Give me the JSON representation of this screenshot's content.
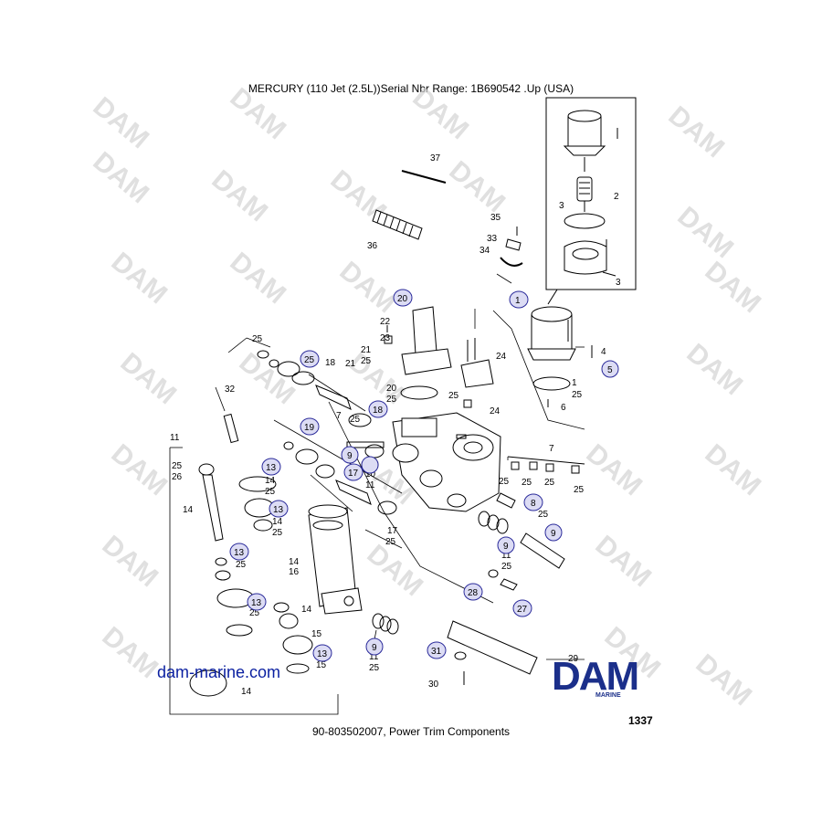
{
  "title": "MERCURY (110 Jet (2.5L))Serial Nbr Range: 1B690542 .Up (USA)",
  "caption": "90-803502007, Power Trim Components",
  "website": "dam-marine.com",
  "figure_number": "1337",
  "logo": {
    "text": "DAM",
    "subtext": "MARINE",
    "color": "#1b2f8a"
  },
  "watermark_text": "DAM",
  "callouts": {
    "c1": "1",
    "c20": "20",
    "c25a": "25",
    "c18": "18",
    "c19": "19",
    "c9a": "9",
    "c17": "17",
    "c13a": "13",
    "c13b": "13",
    "c13c": "13",
    "c13d": "13",
    "c13e": "13",
    "c8": "8",
    "c9b": "9",
    "c9c": "9",
    "c28": "28",
    "c27": "27",
    "c9d": "9",
    "c31": "31",
    "c5": "5"
  },
  "labels": {
    "l37": "37",
    "l2": "2",
    "l3a": "3",
    "l3b": "3",
    "l35": "35",
    "l33": "33",
    "l34": "34",
    "l36": "36",
    "l22": "22",
    "l23": "23",
    "l24a": "24",
    "l21a": "21",
    "l25b": "25",
    "l21b": "21",
    "l4": "4",
    "l25c": "25",
    "l18n": "18",
    "l20n": "20",
    "l25d": "25",
    "l1b": "1",
    "l25e": "25",
    "l6": "6",
    "l25f": "25",
    "l24b": "24",
    "l32": "32",
    "l25g": "25",
    "l7a": "7",
    "l11a": "11",
    "l10": "10",
    "l11b": "11",
    "l7b": "7",
    "l25h": "25",
    "l26": "26",
    "l14a": "14",
    "l25i": "25",
    "l25j": "25",
    "l25k": "25",
    "l14b": "14",
    "l25l": "25",
    "l14c": "14",
    "l25m": "25",
    "l17": "17",
    "l25n": "25",
    "l14d": "14",
    "l16": "16",
    "l25o": "25",
    "l11c": "11",
    "l25p": "25",
    "l25q": "25",
    "l14e": "14",
    "l15a": "15",
    "l11d": "11",
    "l25r": "25",
    "l15b": "15",
    "l14f": "14",
    "l30": "30",
    "l25s": "25",
    "l25t": "25",
    "l29": "29"
  }
}
